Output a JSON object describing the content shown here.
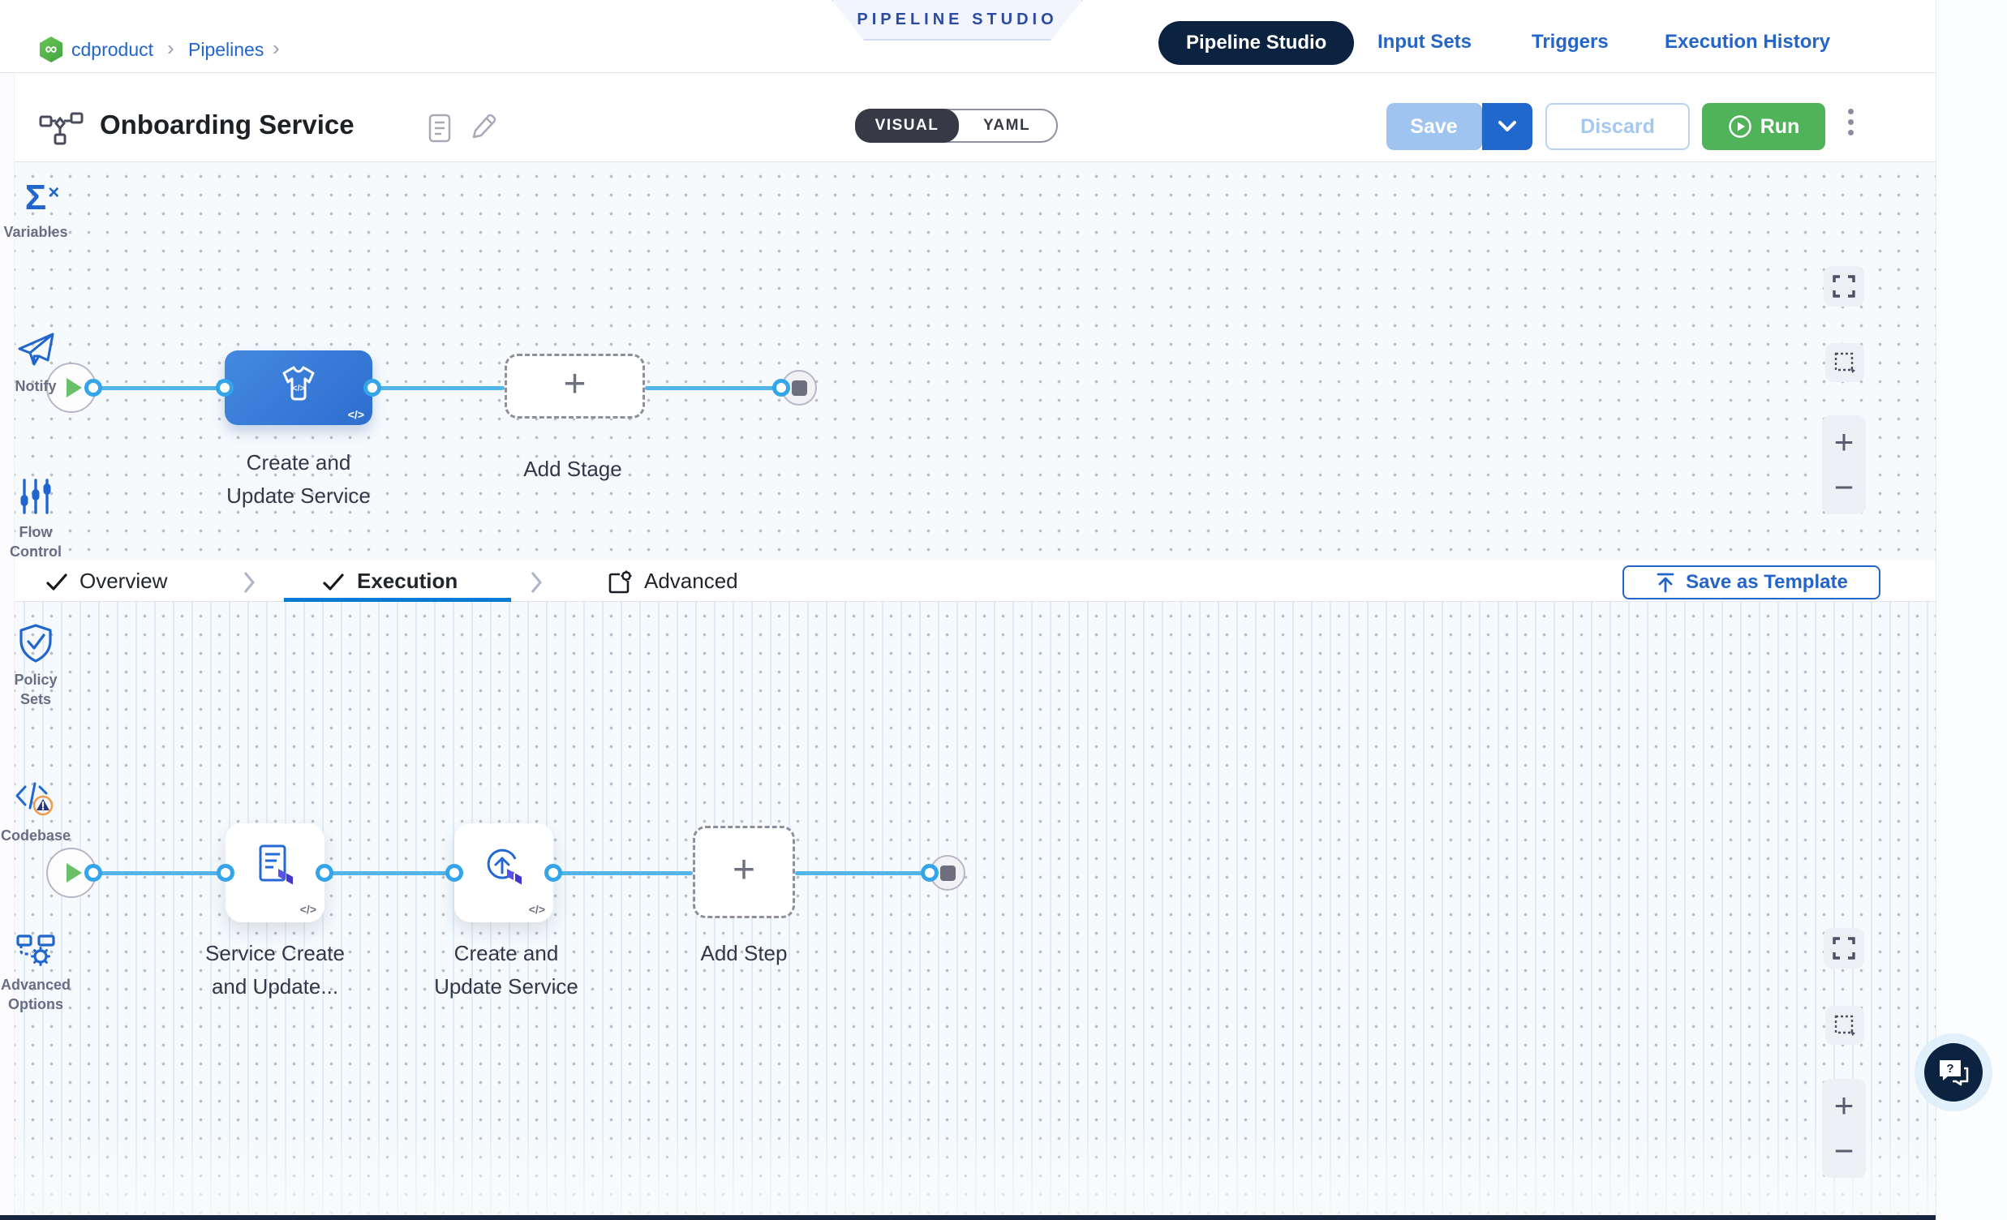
{
  "breadcrumb": {
    "project": "cdproduct",
    "section": "Pipelines",
    "chevron": "›"
  },
  "studio_banner": "PIPELINE STUDIO",
  "top_nav": {
    "tabs": [
      {
        "label": "Pipeline Studio",
        "active": true
      },
      {
        "label": "Input Sets",
        "active": false
      },
      {
        "label": "Triggers",
        "active": false
      },
      {
        "label": "Execution History",
        "active": false
      }
    ]
  },
  "header": {
    "title": "Onboarding Service",
    "view_toggle": {
      "visual": "VISUAL",
      "yaml": "YAML",
      "selected": "VISUAL"
    },
    "actions": {
      "save": "Save",
      "discard": "Discard",
      "run": "Run"
    }
  },
  "stage_flow": {
    "stage_name_line1": "Create and",
    "stage_name_line2": "Update Service",
    "add_stage_label": "Add Stage",
    "code_badge": "</>",
    "plus_glyph": "+"
  },
  "exec_tabs": {
    "overview": "Overview",
    "execution": "Execution",
    "advanced": "Advanced",
    "save_as_template": "Save as Template"
  },
  "step_flow": {
    "step1_line1": "Service Create",
    "step1_line2": "and Update...",
    "step2_line1": "Create and",
    "step2_line2": "Update Service",
    "add_step_label": "Add Step",
    "code_badge": "</>",
    "plus_glyph": "+"
  },
  "canvas_controls": {
    "zoom_in": "+",
    "zoom_out": "−"
  },
  "sidebar": {
    "items": [
      {
        "label": "Variables",
        "icon": "sigma-x-icon"
      },
      {
        "label": "Notify",
        "icon": "paper-plane-icon"
      },
      {
        "label": "Flow Control",
        "icon": "sliders-icon"
      },
      {
        "label": "Policy Sets",
        "icon": "shield-check-icon"
      },
      {
        "label": "Codebase",
        "icon": "code-warning-icon"
      },
      {
        "label": "Advanced Options",
        "icon": "flowchart-gear-icon"
      }
    ],
    "variables_glyph": "Σ",
    "variables_x": "×",
    "help_glyph": "?"
  },
  "colors": {
    "accent_blue": "#2166cc",
    "nav_navy": "#0b2240",
    "stage_blue": "#3076d2",
    "run_green": "#50b259",
    "connector_blue": "#54b5ea",
    "terraform_purple": "#5b4fe9"
  },
  "logo_glyph": "∞"
}
